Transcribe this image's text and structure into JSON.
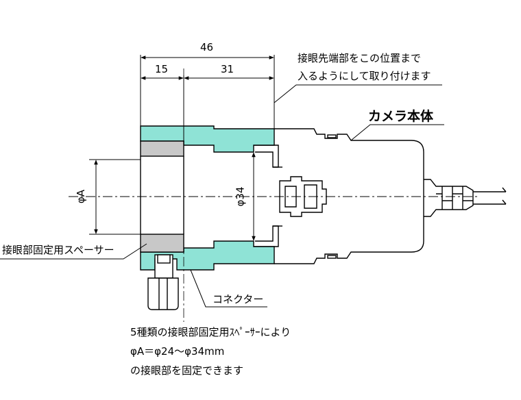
{
  "dimensions": {
    "total_length": "46",
    "front_length": "15",
    "rear_length": "31",
    "diameter_a": "φA",
    "diameter_34": "φ34"
  },
  "labels": {
    "eyepiece_tip_note_line1": "接眼先端部をこの位置まで",
    "eyepiece_tip_note_line2": "入るようにして取り付けます",
    "camera_body": "カメラ本体",
    "spacer": "接眼部固定用スペーサー",
    "connector": "コネクター"
  },
  "footnote": {
    "line1": "5種類の接眼部固定用ｽﾍﾟｰｻｰにより",
    "line2": "φA＝φ24～φ34mm",
    "line3": "の接眼部を固定できます"
  },
  "colors": {
    "adapter_fill": "#8fe3d6",
    "spacer_fill": "#c8c8c8",
    "line": "#000000"
  }
}
